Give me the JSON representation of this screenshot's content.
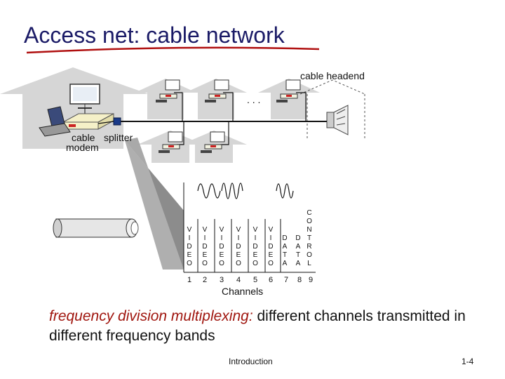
{
  "title": "Access net: cable network",
  "labels": {
    "cable_headend": "cable headend",
    "cable": "cable",
    "splitter": "splitter",
    "modem": "modem",
    "ellipsis": ". . .",
    "channels": "Channels"
  },
  "channels": [
    {
      "number": "1",
      "text": "VIDEO"
    },
    {
      "number": "2",
      "text": "VIDEO"
    },
    {
      "number": "3",
      "text": "VIDEO"
    },
    {
      "number": "4",
      "text": "VIDEO"
    },
    {
      "number": "5",
      "text": "VIDEO"
    },
    {
      "number": "6",
      "text": "VIDEO"
    },
    {
      "number": "7",
      "text": "DATA"
    },
    {
      "number": "8",
      "text": "DATA"
    },
    {
      "number": "9",
      "text": "CONTROL"
    }
  ],
  "caption": {
    "emphasis": "frequency division multiplexing:",
    "rest": " different channels transmitted in different frequency bands"
  },
  "footer": {
    "center": "Introduction",
    "right": "1-4"
  },
  "colors": {
    "title": "#1a1a66",
    "emphasis": "#a0160f",
    "house": "#d4d4d4"
  }
}
